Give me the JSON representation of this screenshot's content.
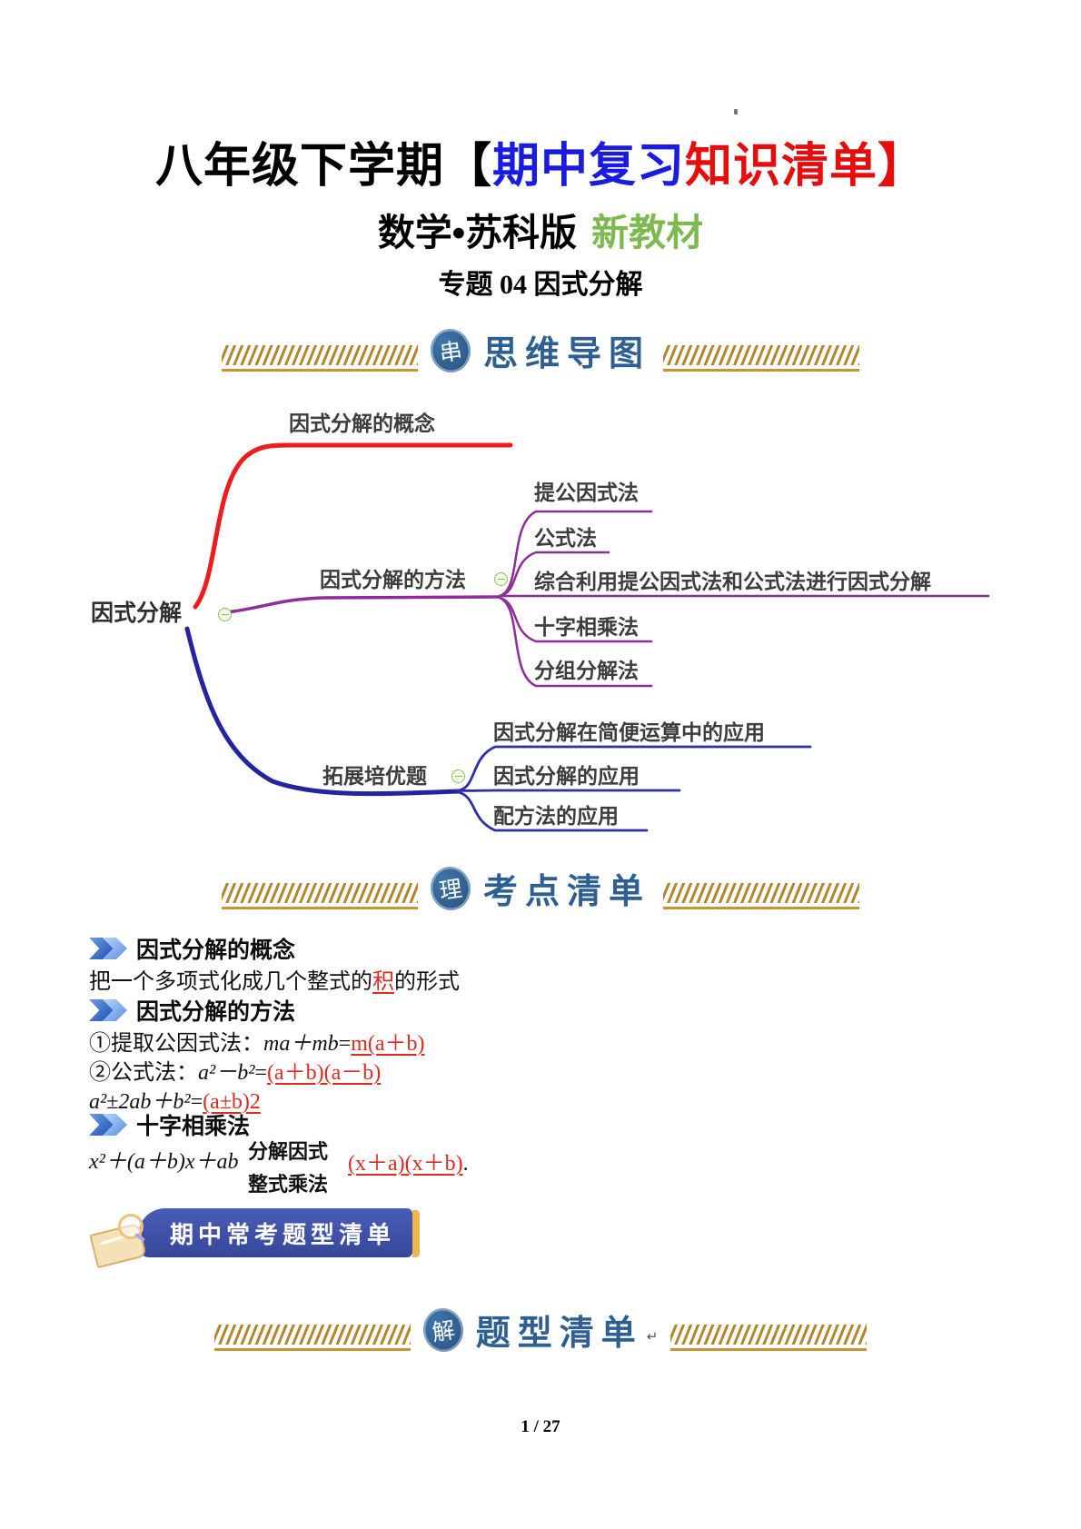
{
  "title": {
    "l1_black": "八年级下学期【",
    "l1_blue": "期中复习",
    "l1_red": "知识清单】",
    "l2_black": "数学•苏科版",
    "l2_green": "新教材",
    "l3": "专题 04 因式分解"
  },
  "headers": {
    "mindmap": {
      "icon": "串",
      "label": "思维导图"
    },
    "kaodian": {
      "icon": "理",
      "label": "考点清单"
    },
    "tixing": {
      "icon": "解",
      "label": "题型清单",
      "suffix": "↵"
    }
  },
  "mindmap": {
    "root": "因式分解",
    "branch_concept": "因式分解的概念",
    "branch_method": "因式分解的方法",
    "method_children": [
      "提公因式法",
      "公式法",
      "综合利用提公因式法和公式法进行因式分解",
      "十字相乘法",
      "分组分解法"
    ],
    "branch_extend": "拓展培优题",
    "extend_children": [
      "因式分解在简便运算中的应用",
      "因式分解的应用",
      "配方法的应用"
    ]
  },
  "content": {
    "s1_title": "因式分解的概念",
    "s1_body_pre": "把一个多项式化成几个整式的",
    "s1_body_red": "积",
    "s1_body_post": "的形式",
    "s2_title": "因式分解的方法",
    "f1_label": "①提取公因式法：",
    "f1_math": "ma＋mb",
    "f1_eq": "=",
    "f1_red": "m(a＋b)",
    "f2_label": "②公式法：",
    "f2_math": "a²－b²",
    "f2_eq": "=",
    "f2_red": "(a＋b)(a－b)",
    "f3_math": "a²±2ab＋b²",
    "f3_eq": "=",
    "f3_red": "(a±b)2",
    "s3_title": "十字相乘法",
    "cross_math": "x²＋(a＋b)x＋ab",
    "cross_top": "分解因式",
    "cross_bottom": "整式乘法",
    "cross_red": "(x＋a)(x＋b)",
    "cross_period": "."
  },
  "banner": {
    "label": "期中常考题型清单"
  },
  "page": {
    "footer": "1 / 27"
  },
  "colors": {
    "title_blue": "#1a1be0",
    "title_red": "#e60d0d",
    "title_green": "#7cb94e",
    "header_blue": "#2d5f93",
    "hatch_gold": "#b5872d",
    "map_red": "#ee1c1c",
    "map_purple": "#8e2d9a",
    "map_navy": "#23259e",
    "accent_red": "#e02a1e",
    "banner_blue": "#3c4fa2",
    "banner_stripe": "#eab755",
    "minus_green": "#8bc152"
  }
}
